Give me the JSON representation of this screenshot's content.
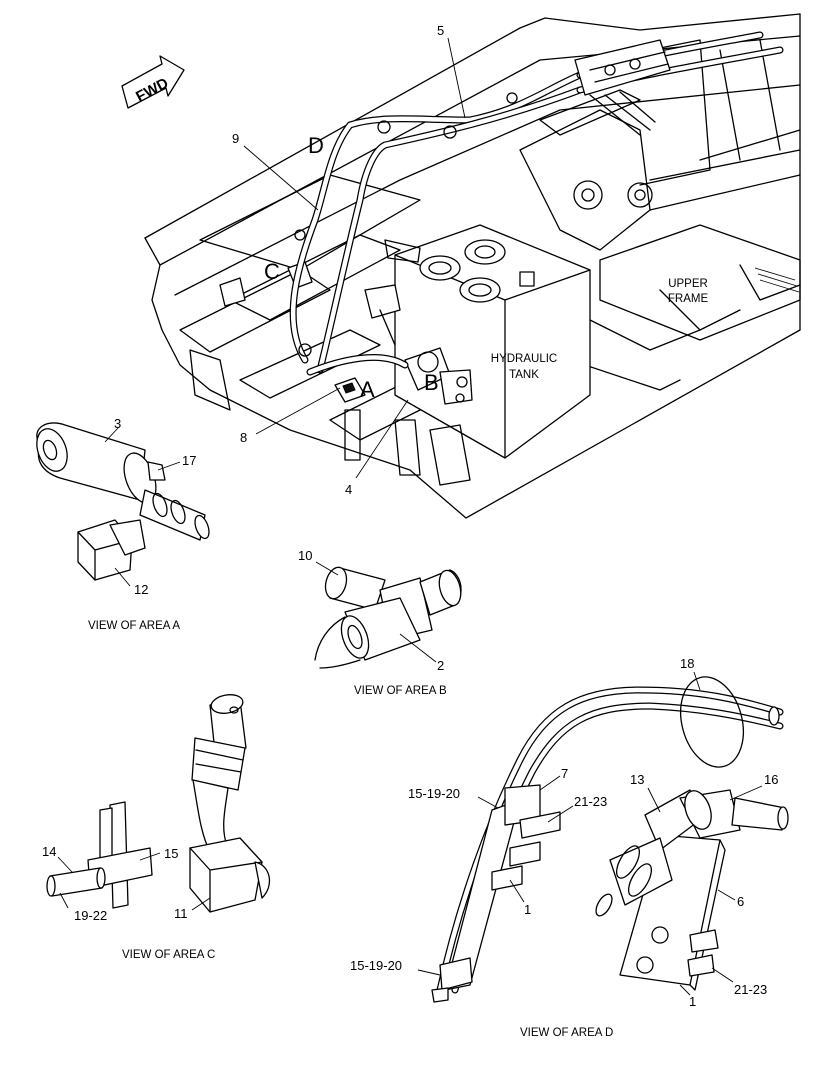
{
  "direction": {
    "label": "FWD"
  },
  "area_markers": {
    "a": "A",
    "b": "B",
    "c": "C",
    "d": "D"
  },
  "labels": {
    "hydraulic_tank": [
      "HYDRAULIC",
      "TANK"
    ],
    "upper_frame": [
      "UPPER",
      "FRAME"
    ]
  },
  "callouts": {
    "c1": "1",
    "c1b": "1",
    "c2": "2",
    "c3": "3",
    "c4": "4",
    "c5": "5",
    "c6": "6",
    "c7": "7",
    "c8": "8",
    "c9": "9",
    "c10": "10",
    "c11": "11",
    "c12": "12",
    "c13": "13",
    "c14": "14",
    "c15": "15",
    "c16": "16",
    "c17": "17",
    "c18": "18",
    "c15_19_20": "15-19-20",
    "c15_19_20b": "15-19-20",
    "c19_22": "19-22",
    "c21_23": "21-23",
    "c21_23b": "21-23"
  },
  "captions": {
    "area_a": "VIEW OF AREA A",
    "area_b": "VIEW OF AREA B",
    "area_c": "VIEW OF AREA C",
    "area_d": "VIEW OF AREA D"
  }
}
